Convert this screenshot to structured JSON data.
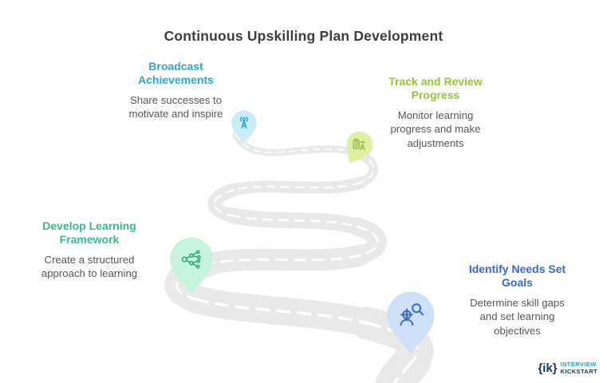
{
  "title": "Continuous Upskilling Plan Development",
  "milestones": [
    {
      "heading": "Broadcast Achievements",
      "body": "Share successes to motivate and inspire",
      "heading_color": "#2BA9CC",
      "icon": "broadcast-tower-icon",
      "pin_fill": "#C9EDF8"
    },
    {
      "heading": "Track and Review Progress",
      "body": "Monitor learning progress and make adjustments",
      "heading_color": "#9DC13C",
      "icon": "clipboard-person-icon",
      "pin_fill": "#DFF0A4"
    },
    {
      "heading": "Develop Learning Framework",
      "body": "Create a structured approach to learning",
      "heading_color": "#3CB98A",
      "icon": "network-nodes-icon",
      "pin_fill": "#C7F4DC"
    },
    {
      "heading": "Identify Needs Set Goals",
      "body": "Determine skill gaps and set learning objectives",
      "heading_color": "#3A67C2",
      "icon": "search-person-icon",
      "pin_fill": "#CEE0F8"
    }
  ],
  "logo": {
    "mark": "{ik}",
    "brand_line1": "INTERVIEW",
    "brand_line2": "KICKSTART"
  },
  "colors": {
    "background": "#FFFFFF",
    "road": "#E9E9E9",
    "road_dash": "#FFFFFF",
    "title_text": "#3D3D3D",
    "body_text": "#575757",
    "logo_navy": "#16335B",
    "logo_teal": "#2E9FC0"
  }
}
